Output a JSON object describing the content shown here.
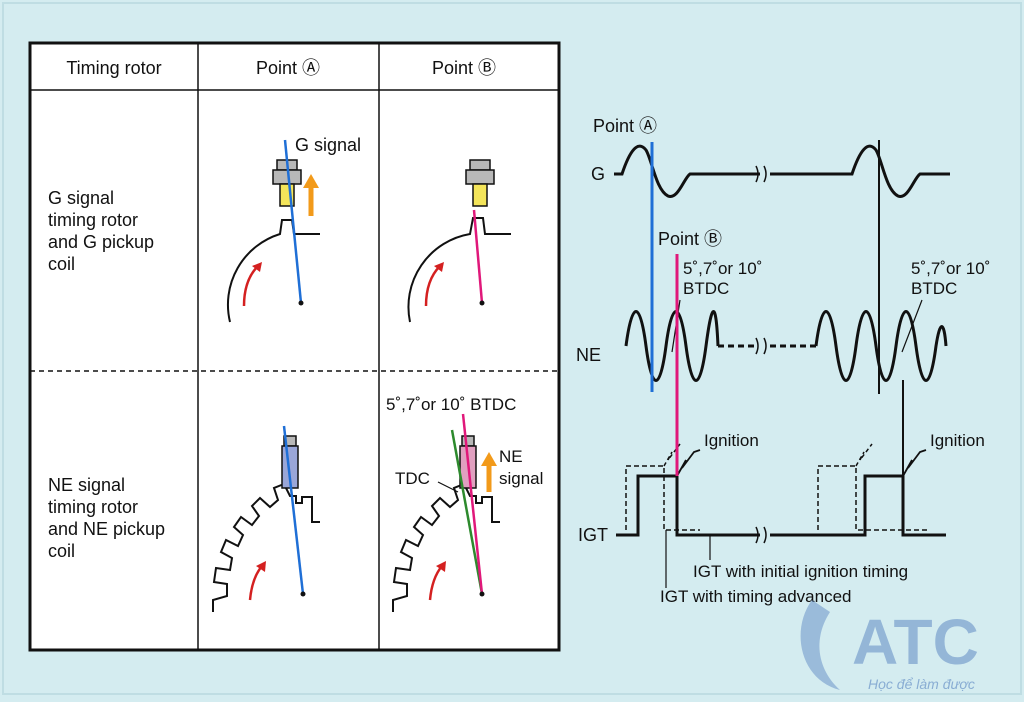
{
  "colors": {
    "background": "#d4ecf0",
    "blue_line": "#1f6fd6",
    "pink_line": "#e0187a",
    "green_line": "#2d8a2d",
    "arrow_orange": "#f29a1a",
    "arrow_red": "#d42020",
    "sensor_gray": "#b8b8b8",
    "sensor_yellow": "#f4e55a",
    "sensor_blue": "#9aa6d8",
    "sensor_pink": "#e0a0c0",
    "logo_blue": "#6a93c8"
  },
  "table": {
    "headers": [
      "Timing rotor",
      "Point Ⓐ",
      "Point Ⓑ"
    ],
    "rows": [
      {
        "label": [
          "G signal",
          "timing rotor",
          "and G pickup",
          "coil"
        ]
      },
      {
        "label": [
          "NE signal",
          "timing rotor",
          "and NE pickup",
          "coil"
        ]
      }
    ],
    "annotations": {
      "g_signal": "G signal",
      "btdc": "5˚,7˚or 10˚ BTDC",
      "tdc": "TDC",
      "ne_signal": [
        "NE",
        "signal"
      ]
    }
  },
  "waveform": {
    "point_a": "Point Ⓐ",
    "point_b": "Point Ⓑ",
    "g_label": "G",
    "ne_label": "NE",
    "igt_label": "IGT",
    "btdc_left": [
      "5˚,7˚or 10˚",
      "BTDC"
    ],
    "btdc_right": [
      "5˚,7˚or 10˚",
      "BTDC"
    ],
    "ignition_left": "Ignition",
    "ignition_right": "Ignition",
    "igt_initial": "IGT with initial ignition timing",
    "igt_advanced": "IGT with timing advanced"
  },
  "logo": {
    "text": "ATC",
    "tagline": "Học để làm được"
  }
}
